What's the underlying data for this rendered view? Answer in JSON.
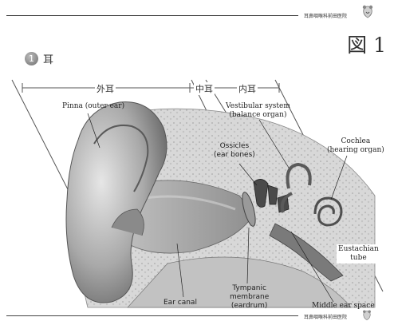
{
  "header": {
    "clinic_name": "耳鼻咽喉科前田医院"
  },
  "figure_label": "図 1",
  "section": {
    "number": "1",
    "title": "耳"
  },
  "regions": {
    "outer": "外耳",
    "middle": "中耳",
    "inner": "内耳"
  },
  "labels": {
    "pinna": [
      "Pinna (outer ear)"
    ],
    "vestibular": [
      "Vestibular system",
      "(balance organ)"
    ],
    "ossicles": [
      "Ossicles",
      "(ear bones)"
    ],
    "cochlea": [
      "Cochlea",
      "(hearing organ)"
    ],
    "eustachian": [
      "Eustachian",
      "tube"
    ],
    "ear_canal": [
      "Ear canal"
    ],
    "tympanic": [
      "Tympanic",
      "membrane",
      "(eardrum)"
    ],
    "middle_space": [
      "Middle ear space"
    ]
  }
}
